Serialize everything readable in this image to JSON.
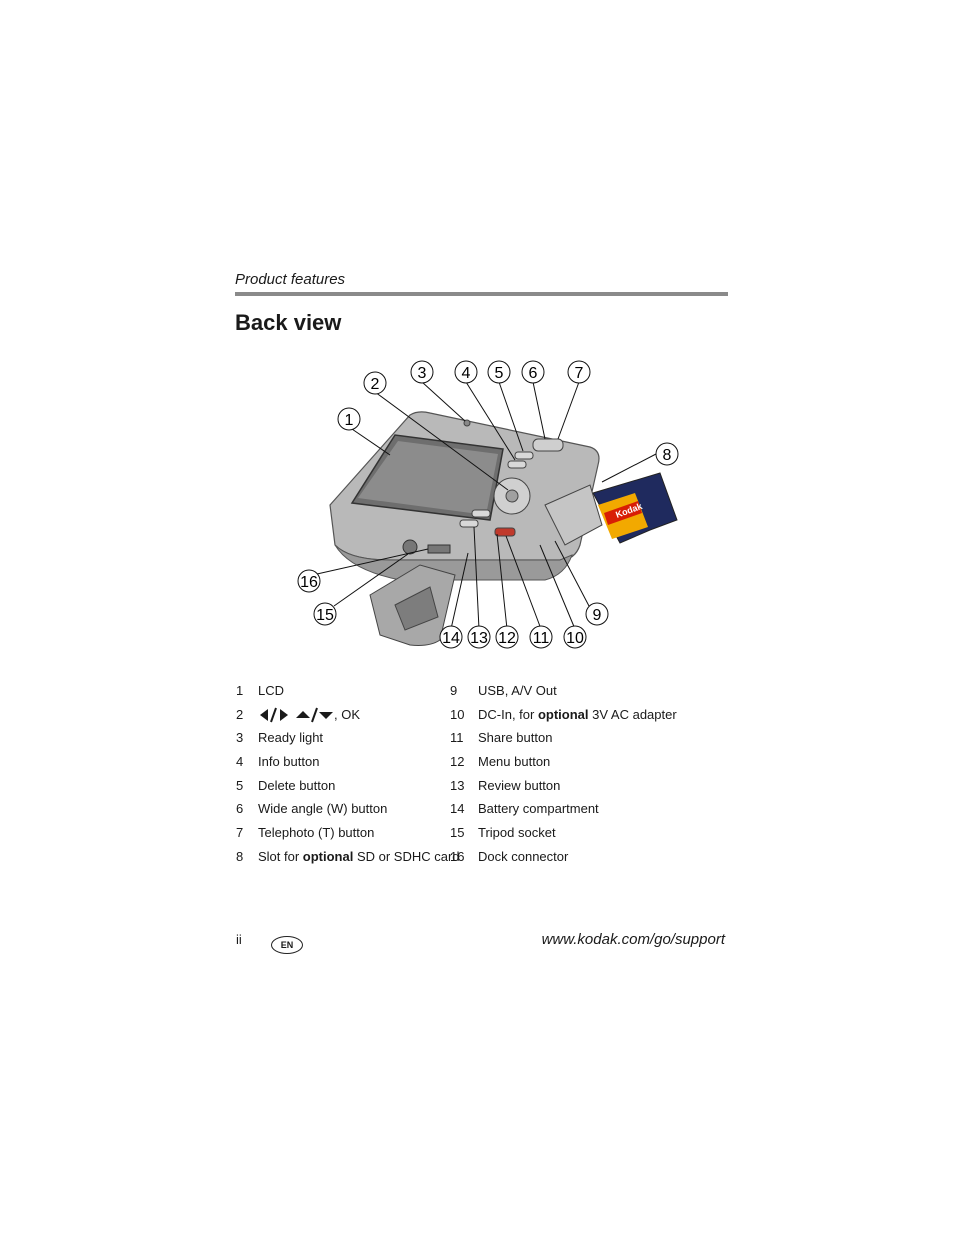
{
  "header": {
    "section": "Product features",
    "title": "Back view"
  },
  "figure": {
    "callouts": [
      "1",
      "2",
      "3",
      "4",
      "5",
      "6",
      "7",
      "8",
      "9",
      "10",
      "11",
      "12",
      "13",
      "14",
      "15",
      "16"
    ],
    "card_brand": "Kodak"
  },
  "features_left": [
    {
      "num": "1",
      "pre": "LCD",
      "bold": "",
      "post": ""
    },
    {
      "num": "2",
      "pre": "",
      "bold": "",
      "post": ", OK",
      "icons": "arrow-icons"
    },
    {
      "num": "3",
      "pre": "Ready light",
      "bold": "",
      "post": ""
    },
    {
      "num": "4",
      "pre": "Info button",
      "bold": "",
      "post": ""
    },
    {
      "num": "5",
      "pre": "Delete button",
      "bold": "",
      "post": ""
    },
    {
      "num": "6",
      "pre": "Wide angle (W) button",
      "bold": "",
      "post": ""
    },
    {
      "num": "7",
      "pre": "Telephoto (T) button",
      "bold": "",
      "post": ""
    },
    {
      "num": "8",
      "pre": "Slot for ",
      "bold": "optional",
      "post": " SD or SDHC card"
    }
  ],
  "features_right": [
    {
      "num": "9",
      "pre": "USB, A/V Out",
      "bold": "",
      "post": ""
    },
    {
      "num": "10",
      "pre": "DC-In, for ",
      "bold": "optional",
      "post": " 3V AC adapter"
    },
    {
      "num": "11",
      "pre": "Share button",
      "bold": "",
      "post": ""
    },
    {
      "num": "12",
      "pre": "Menu button",
      "bold": "",
      "post": ""
    },
    {
      "num": "13",
      "pre": "Review button",
      "bold": "",
      "post": ""
    },
    {
      "num": "14",
      "pre": "Battery compartment",
      "bold": "",
      "post": ""
    },
    {
      "num": "15",
      "pre": "Tripod socket",
      "bold": "",
      "post": ""
    },
    {
      "num": "16",
      "pre": "Dock connector",
      "bold": "",
      "post": ""
    }
  ],
  "footer": {
    "page": "ii",
    "lang": "EN",
    "url": "www.kodak.com/go/support"
  }
}
